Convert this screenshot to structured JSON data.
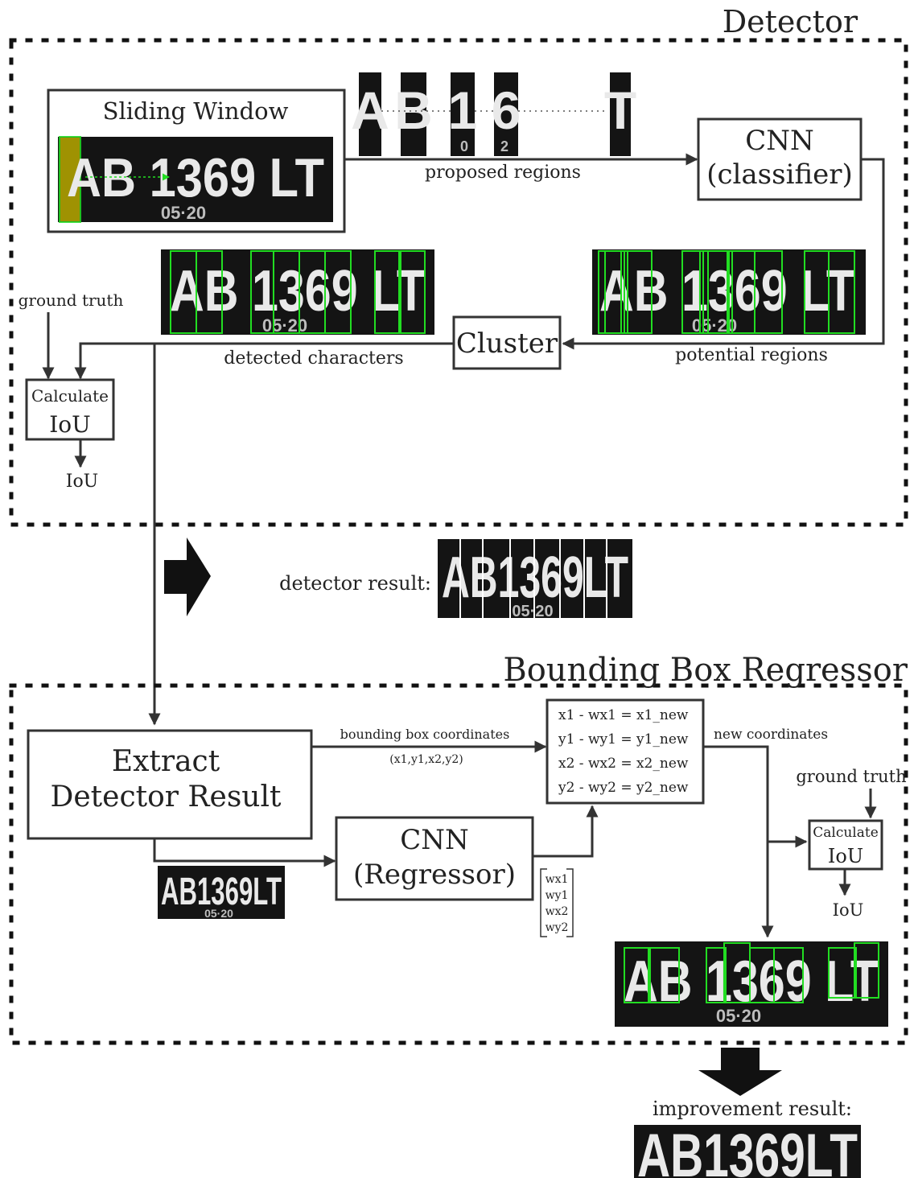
{
  "detector": {
    "title": "Detector",
    "sliding_window": "Sliding Window",
    "proposed_regions": "proposed regions",
    "cnn_line1": "CNN",
    "cnn_line2": "(classifier)",
    "cluster": "Cluster",
    "potential_regions": "potential regions",
    "detected_characters": "detected characters",
    "ground_truth": "ground truth",
    "calc_line1": "Calculate",
    "calc_line2": "IoU",
    "iou_output": "IoU"
  },
  "detector_result_label": "detector result:",
  "regressor": {
    "title": "Bounding Box Regressor",
    "extract_line1": "Extract",
    "extract_line2": "Detector Result",
    "cnn_line1": "CNN",
    "cnn_line2": "(Regressor)",
    "bbox_coords_label": "bounding box coordinates",
    "bbox_coords_tuple": "(x1,y1,x2,y2)",
    "new_coords_label": "new coordinates",
    "ground_truth": "ground truth",
    "calc_line1": "Calculate",
    "calc_line2": "IoU",
    "iou_output": "IoU",
    "equations": [
      "x1 - wx1 = x1_new",
      "y1 - wy1 = y1_new",
      "x2 - wx2 = x2_new",
      "y2 - wy2 = y2_new"
    ],
    "weights": [
      "wx1",
      "wy1",
      "wx2",
      "wy2"
    ]
  },
  "improvement_result_label": "improvement result:",
  "plate": {
    "main": "AB 1369 LT",
    "compact": "AB1369LT",
    "sub": "05·20"
  },
  "colors": {
    "detection_box": "#22dd22",
    "window_highlight": "#b8a800",
    "plate_background": "#141414",
    "arrow": "#333333"
  }
}
